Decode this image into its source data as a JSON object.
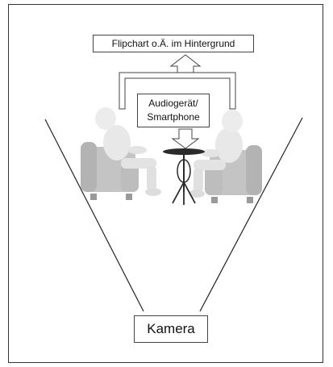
{
  "diagram": {
    "flipchart_label": "Flipchart o.Ä. im Hintergrund",
    "audio_label_line1": "Audiogerät/",
    "audio_label_line2": "Smartphone",
    "camera_label": "Kamera"
  }
}
